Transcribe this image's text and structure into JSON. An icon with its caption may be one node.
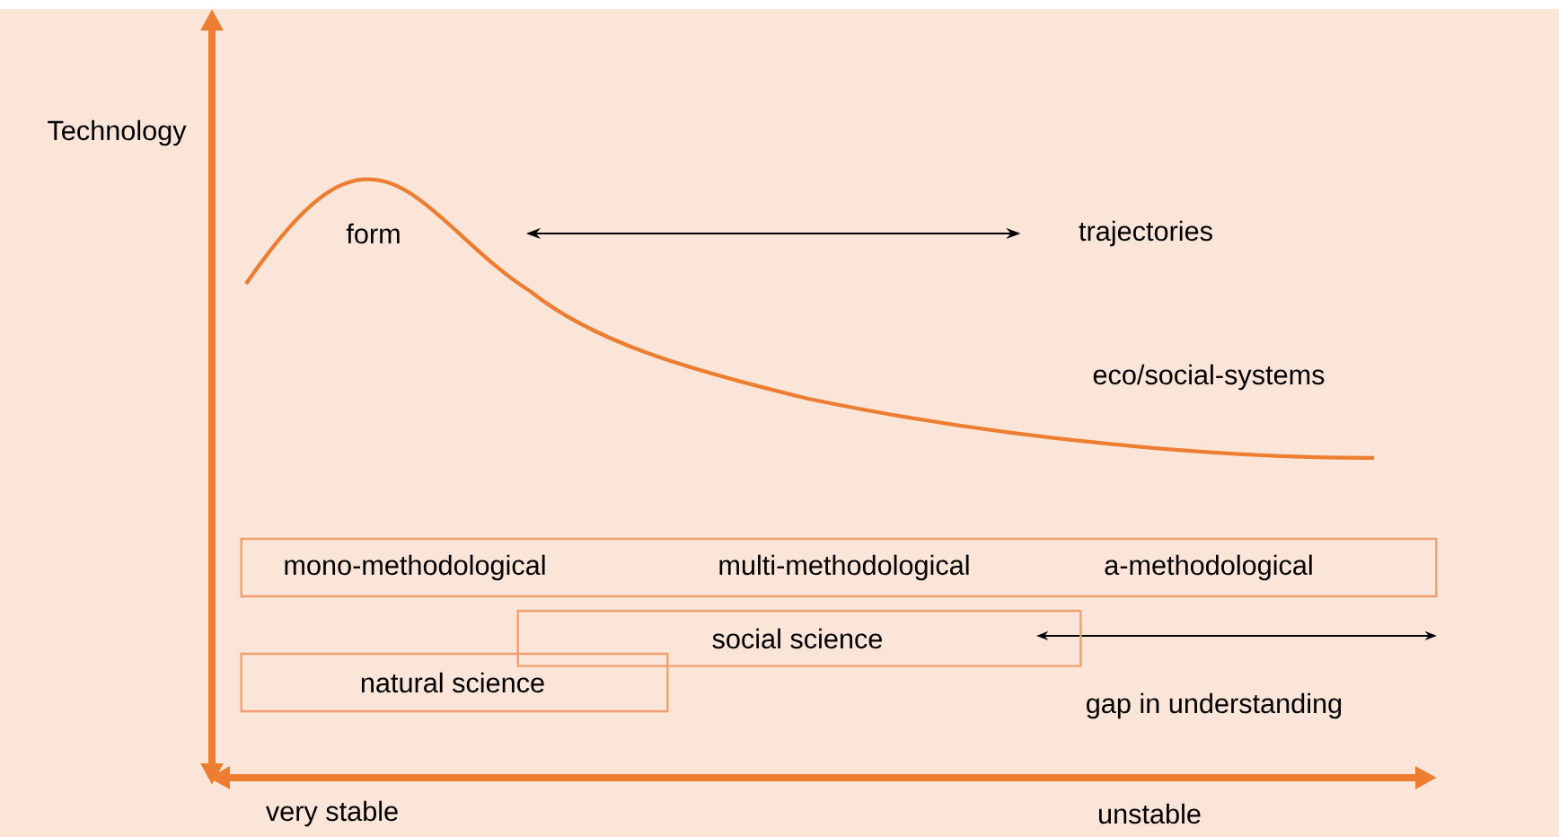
{
  "diagram": {
    "nodes": [
      {
        "text": [
          "form"
        ]
      },
      {
        "text": [
          "trajectories"
        ]
      },
      {
        "text": [
          "mono-methodological",
          "multi-methodological",
          "a-methodological"
        ]
      },
      {
        "text": [
          "social science"
        ]
      },
      {
        "text": [
          "natural science"
        ]
      }
    ],
    "edges": [
      {
        "from": 0,
        "to": 1,
        "arrow": "both"
      }
    ],
    "labels": [
      "Technology",
      "eco/social-systems",
      "gap in understanding",
      "very stable",
      "unstable"
    ]
  }
}
